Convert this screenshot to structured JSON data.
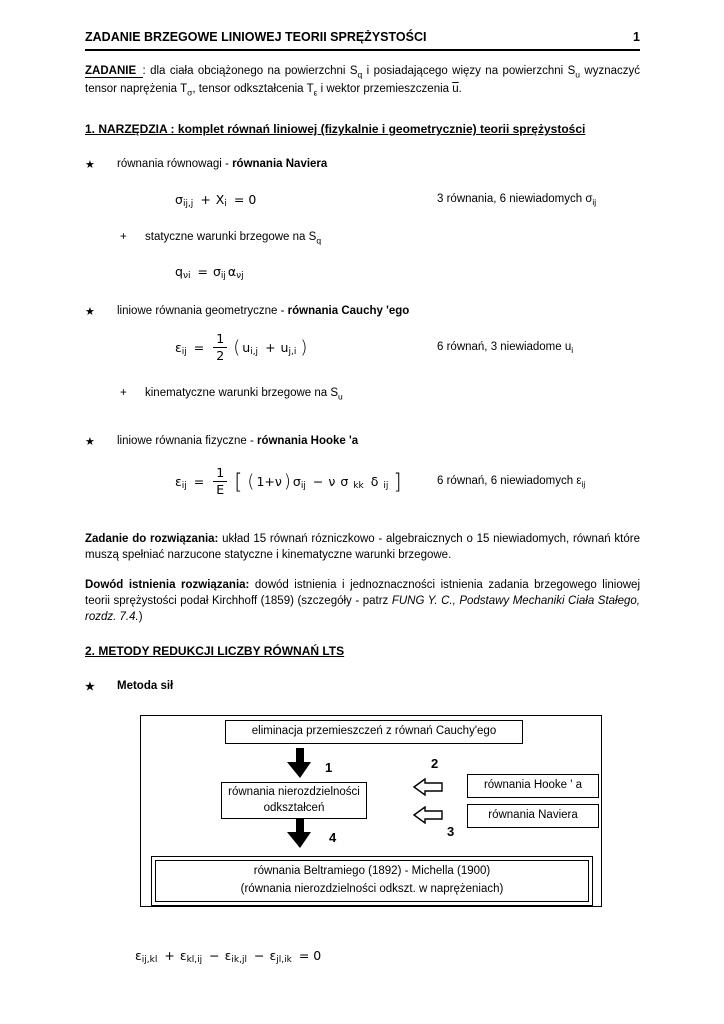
{
  "header": {
    "title": "ZADANIE BRZEGOWE LINIOWEJ TEORII SPRĘŻYSTOŚCI",
    "page_number": "1"
  },
  "intro": {
    "label": "ZADANIE ",
    "colon": ": dla ciała obciążonego na powierzchni ",
    "sq_base": "S",
    "sq_sub": "q",
    "mid1": " i posiadającego więzy na powierzchni ",
    "su_base": "S",
    "su_sub": "u",
    "mid2": " wyznaczyć tensor naprężenia ",
    "ts_base": "T",
    "ts_sub": "σ",
    "mid3": ", tensor odkształcenia ",
    "te_base": "T",
    "te_sub": "ε",
    "mid4": " i wektor przemieszczenia ",
    "ubar": "u",
    "end": "."
  },
  "section1": "1. NARZĘDZIA : komplet równań liniowej (fizykalnie i geometrycznie) teorii sprężystości",
  "bullet1": {
    "star": "★",
    "plain": "równania równowagi - ",
    "bold": "równania Naviera"
  },
  "eq1": {
    "v1": "σ",
    "s1": "ij,j",
    "op1": "+",
    "v2": "X",
    "s2": "i",
    "rhs": "= 0"
  },
  "note1": {
    "text": "3 równania, 6 niewiadomych ",
    "sym": "σ",
    "sub": "ij"
  },
  "sub1": {
    "plus": "+",
    "text": "statyczne warunki brzegowe na ",
    "base": "S",
    "sub": "q"
  },
  "eq2": {
    "v1": "q",
    "s1": "νi",
    "eq": "=",
    "v2": "σ",
    "s2": "ij",
    "v3": "α",
    "s3": "νj"
  },
  "bullet2": {
    "star": "★",
    "plain": "liniowe równania geometryczne - ",
    "bold": "równania Cauchy 'ego"
  },
  "eq3": {
    "v1": "ε",
    "s1": "ij",
    "eq": "=",
    "num": "1",
    "den": "2",
    "lp": "(",
    "v2": "u",
    "s2": "i,j",
    "op": "+",
    "v3": "u",
    "s3": "j,i",
    "rp": ")"
  },
  "note3": {
    "text": "6 równań, 3 niewiadome ",
    "sym": "u",
    "sub": "i"
  },
  "sub2": {
    "plus": "+",
    "text": "kinematyczne warunki brzegowe na ",
    "base": "S",
    "sub": "u"
  },
  "bullet3": {
    "star": "★",
    "plain": "liniowe równania fizyczne - ",
    "bold": "równania Hooke 'a"
  },
  "eq4": {
    "v1": "ε",
    "s1": "ij",
    "eq": "=",
    "num": "1",
    "den": "E",
    "lb": "[",
    "lp": "(",
    "one": "1+",
    "nu1": "ν",
    "rp": ")",
    "sig1": "σ",
    "s2": "ij",
    "minus": "−",
    "nu2": "ν",
    "sig2": "σ",
    "s3": "kk",
    "delta": "δ",
    "s4": "ij",
    "rb": "]"
  },
  "note4": {
    "text": "6 równań, 6 niewiadomych ",
    "sym": "ε",
    "sub": "ij"
  },
  "para1": {
    "bold": "Zadanie do rozwiązania:",
    "text": " układ 15 równań rózniczkowo - algebraicznych o 15 niewiadomych, równań które muszą spełniać narzucone statyczne i kinematyczne warunki brzegowe."
  },
  "para2": {
    "bold": "Dowód istnienia rozwiązania:",
    "text": " dowód istnienia i jednoznaczności istnienia zadania brzegowego liniowej teorii sprężystości podał Kirchhoff (1859) (szczegóły - patrz ",
    "italic": "FUNG Y. C., Podstawy Mechaniki Ciała Stałego, rozdz. 7.4.",
    "end": ")"
  },
  "section2": "2. METODY REDUKCJI LICZBY RÓWNAŃ LTS",
  "method": {
    "star": "★",
    "bold": "Metoda sił"
  },
  "diagram": {
    "box_top": "eliminacja przemieszczeń z równań Cauchy'ego",
    "label1": "1",
    "label2": "2",
    "label3": "3",
    "label4": "4",
    "box_mid_line1": "równania  nierozdzielności",
    "box_mid_line2": "odkształceń",
    "box_hooke": "równania Hooke ' a",
    "box_naviera": "równania Naviera",
    "box_final_line1": "równania Beltramiego (1892) - Michella (1900)",
    "box_final_line2": "(równania nierozdzielności odkszt. w naprężeniach)"
  },
  "eq5": {
    "v1": "ε",
    "s1": "ij,kl",
    "op1": "+",
    "v2": "ε",
    "s2": "kl,ij",
    "op2": "−",
    "v3": "ε",
    "s3": "ik,jl",
    "op3": "−",
    "v4": "ε",
    "s4": "jl,ik",
    "rhs": "= 0"
  }
}
